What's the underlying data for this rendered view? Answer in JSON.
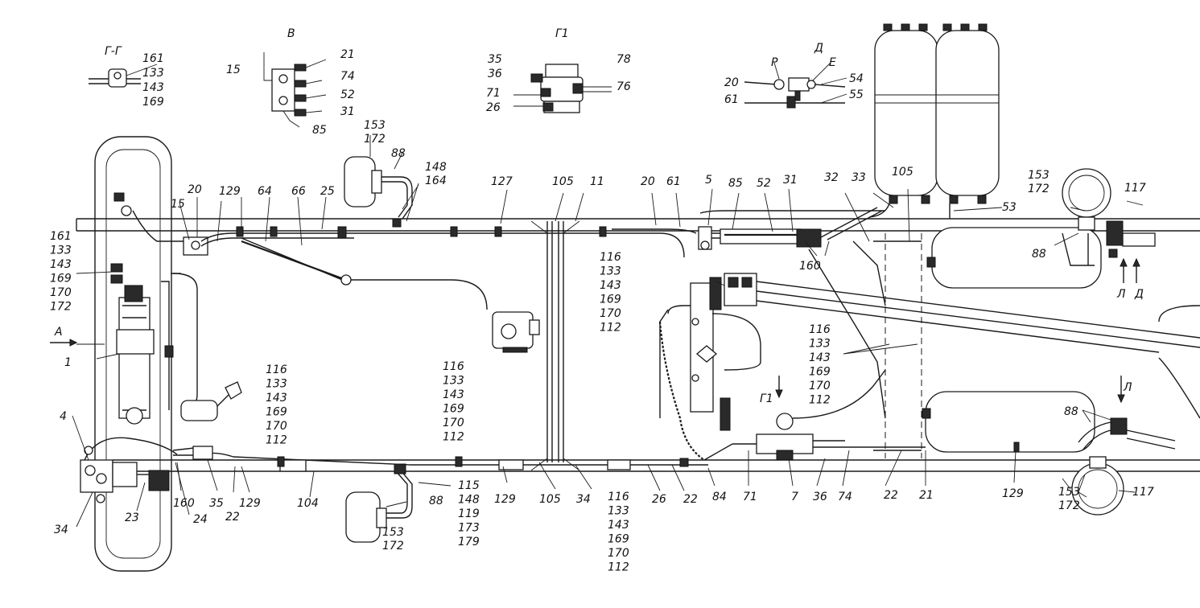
{
  "views": {
    "g_g": "Г-Г",
    "v": "В",
    "g1": "Г1",
    "d": "Д",
    "a": "А",
    "g1_arrow": "Г1",
    "l_top": "Л",
    "d_arrow": "Д",
    "l_bottom": "Л"
  },
  "callouts": {
    "p": "Р",
    "e": "Е",
    "n15a": "15",
    "n21a": "21",
    "n74a": "74",
    "n52a": "52",
    "n31a": "31",
    "n85a": "85",
    "n35a": "35",
    "n36a": "36",
    "n71a": "71",
    "n26a": "26",
    "n78": "78",
    "n76": "76",
    "n20a": "20",
    "n61a": "61",
    "n54": "54",
    "n55": "55",
    "n88a": "88",
    "n20b": "20",
    "n15b": "15",
    "n129a": "129",
    "n64": "64",
    "n66": "66",
    "n25": "25",
    "n127": "127",
    "n105a": "105",
    "n11": "11",
    "n20c": "20",
    "n61b": "61",
    "n5": "5",
    "n85b": "85",
    "n52b": "52",
    "n31b": "31",
    "n32": "32",
    "n33": "33",
    "n105b": "105",
    "n53": "53",
    "n117a": "117",
    "n88b": "88",
    "n160a": "160",
    "n1": "1",
    "n4": "4",
    "n34a": "34",
    "n23": "23",
    "n24": "24",
    "n160b": "160",
    "n35b": "35",
    "n22a": "22",
    "n129b": "129",
    "n104": "104",
    "n88c": "88",
    "n129c": "129",
    "n105c": "105",
    "n34b": "34",
    "n26b": "26",
    "n22b": "22",
    "n84": "84",
    "n71b": "71",
    "n7": "7",
    "n36b": "36",
    "n74b": "74",
    "n22c": "22",
    "n21b": "21",
    "n129d": "129",
    "n88d": "88",
    "n117b": "117"
  },
  "stacks": {
    "gg_stack": [
      "161",
      "133",
      "143",
      "169"
    ],
    "left_stack": [
      "161",
      "133",
      "143",
      "169",
      "170",
      "172"
    ],
    "chamber_top_stack": [
      "153",
      "172"
    ],
    "s148_164": [
      "148",
      "164"
    ],
    "s116_a": [
      "116",
      "133",
      "143",
      "169",
      "170",
      "112"
    ],
    "s116_b": [
      "116",
      "133",
      "143",
      "169",
      "170",
      "112"
    ],
    "s116_c": [
      "116",
      "133",
      "143",
      "169",
      "170",
      "112"
    ],
    "s116_d": [
      "116",
      "133",
      "143",
      "169",
      "170",
      "112"
    ],
    "s116_e": [
      "116",
      "133",
      "143",
      "169",
      "170",
      "112"
    ],
    "s153_172_rt": [
      "153",
      "172"
    ],
    "s115": [
      "115",
      "148",
      "119",
      "173",
      "179"
    ],
    "s153_172_bl": [
      "153",
      "172"
    ],
    "s153_172_br": [
      "153",
      "172"
    ]
  }
}
